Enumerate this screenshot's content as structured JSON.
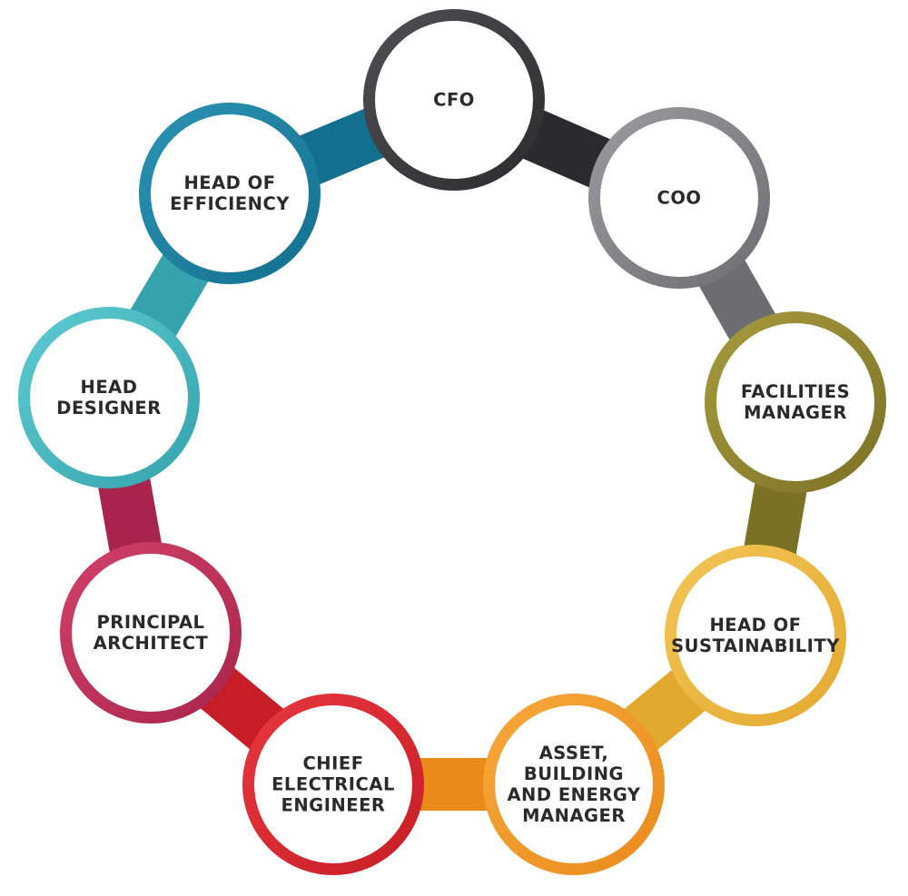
{
  "diagram": {
    "nodes": [
      {
        "id": "cfo",
        "lines": [
          "CFO"
        ],
        "color": "#2b2b2d",
        "light": "#505055"
      },
      {
        "id": "coo",
        "lines": [
          "COO"
        ],
        "color": "#6c6d70",
        "light": "#9b9c9f"
      },
      {
        "id": "facilities-manager",
        "lines": [
          "FACILITIES",
          "MANAGER"
        ],
        "color": "#7b7124",
        "light": "#a79b3e"
      },
      {
        "id": "head-of-sustainability",
        "lines": [
          "HEAD OF",
          "SUSTAINABILITY"
        ],
        "color": "#e3a92f",
        "light": "#f3c657"
      },
      {
        "id": "asset-building-energy-manager",
        "lines": [
          "ASSET,",
          "BUILDING",
          "AND ENERGY",
          "MANAGER"
        ],
        "color": "#ea8a1b",
        "light": "#f6a93b"
      },
      {
        "id": "chief-electrical-engineer",
        "lines": [
          "CHIEF",
          "ELECTRICAL",
          "ENGINEER"
        ],
        "color": "#c71d26",
        "light": "#e8383e"
      },
      {
        "id": "principal-architect",
        "lines": [
          "PRINCIPAL",
          "ARCHITECT"
        ],
        "color": "#a8244c",
        "light": "#d34169"
      },
      {
        "id": "head-designer",
        "lines": [
          "HEAD",
          "DESIGNER"
        ],
        "color": "#35a3ad",
        "light": "#5ecbd1"
      },
      {
        "id": "head-of-efficiency",
        "lines": [
          "HEAD OF",
          "EFFICIENCY"
        ],
        "color": "#136f8e",
        "light": "#2c93b3"
      }
    ]
  }
}
